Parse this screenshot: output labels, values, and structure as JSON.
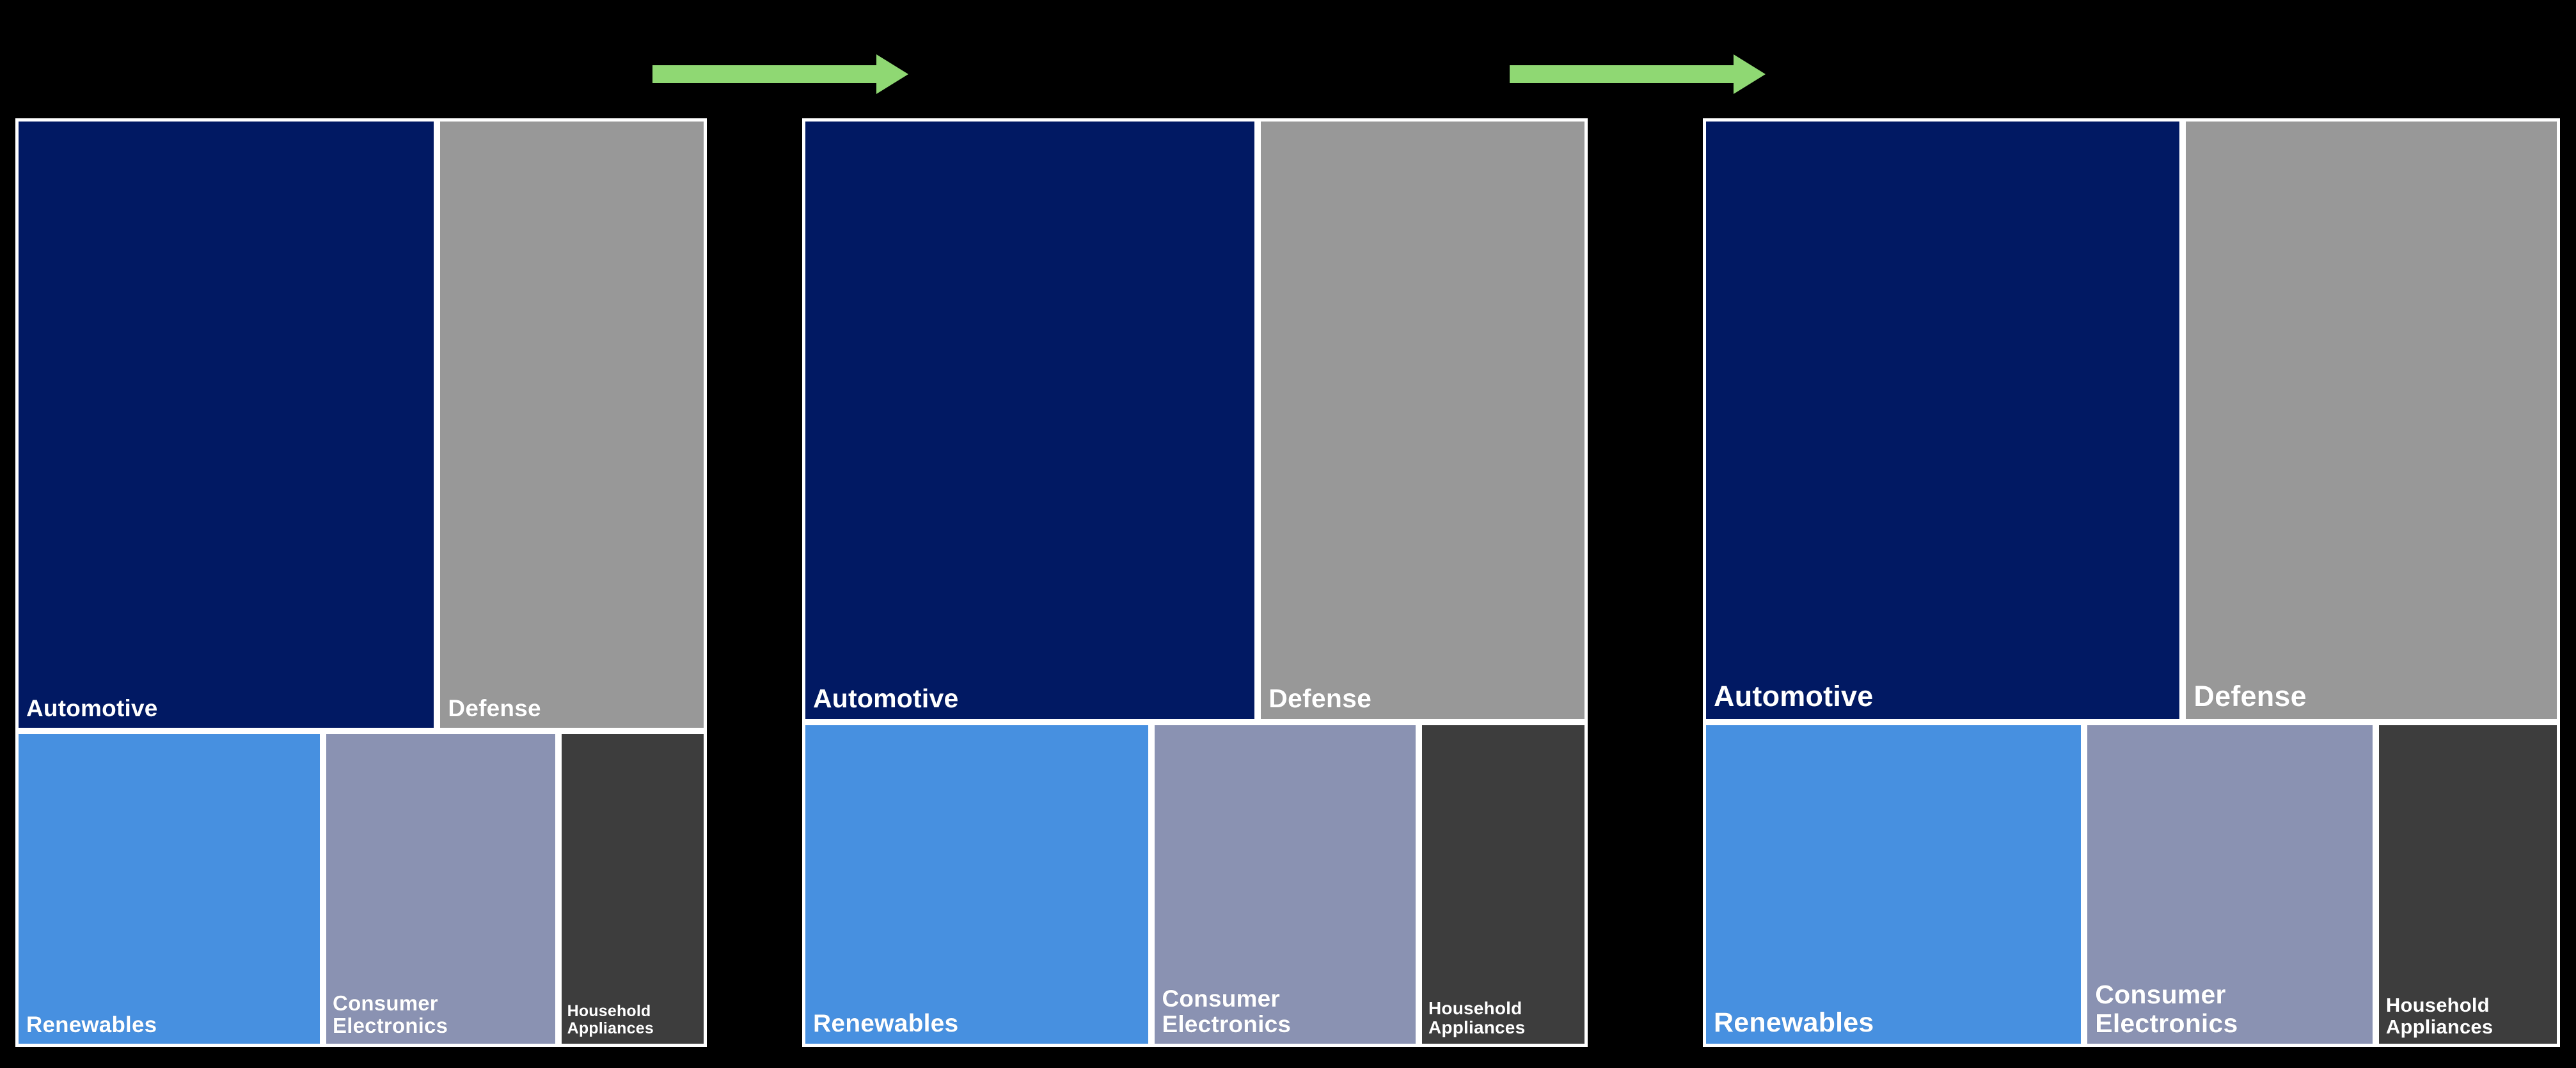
{
  "figure": {
    "background_color": "#000000",
    "panel_border_color": "#ffffff",
    "arrow_color": "#8fd873"
  },
  "category_colors": {
    "Automotive": "#011963",
    "Defense": "#989898",
    "Renewables": "#4790e0",
    "Consumer Electronics": "#8a92b2",
    "Household Appliances": "#3d3d3d"
  },
  "arrows": [
    {
      "name": "arrow-panel1-to-panel2",
      "direction": "right",
      "color": "#8fd873"
    },
    {
      "name": "arrow-panel2-to-panel3",
      "direction": "right",
      "color": "#8fd873"
    }
  ],
  "chart_data": {
    "type": "treemap",
    "title": "",
    "subtitle": "",
    "xlabel": "",
    "ylabel": "",
    "legend_position": "none",
    "grid": false,
    "labels_shown_inside_tiles": true,
    "panel_count": 3,
    "categories": [
      "Automotive",
      "Defense",
      "Renewables",
      "Consumer Electronics",
      "Household Appliances"
    ],
    "panels": [
      {
        "name": "treemap-panel-1",
        "scale": "small",
        "tiles": [
          {
            "label": "Automotive",
            "row": "top",
            "width_pct": 61.0,
            "height_pct": 66.0,
            "value": 40.3
          },
          {
            "label": "Defense",
            "row": "top",
            "width_pct": 39.0,
            "height_pct": 66.0,
            "value": 25.7
          },
          {
            "label": "Renewables",
            "row": "bottom",
            "width_pct": 44.5,
            "height_pct": 34.0,
            "value": 15.1
          },
          {
            "label": "Consumer Electronics",
            "row": "bottom",
            "width_pct": 34.0,
            "height_pct": 34.0,
            "value": 11.6
          },
          {
            "label": "Household Appliances",
            "row": "bottom",
            "width_pct": 21.5,
            "height_pct": 34.0,
            "value": 7.3
          }
        ]
      },
      {
        "name": "treemap-panel-2",
        "scale": "medium",
        "tiles": [
          {
            "label": "Automotive",
            "row": "top",
            "width_pct": 58.0,
            "height_pct": 65.0,
            "value": 37.7
          },
          {
            "label": "Defense",
            "row": "top",
            "width_pct": 42.0,
            "height_pct": 65.0,
            "value": 27.3
          },
          {
            "label": "Renewables",
            "row": "bottom",
            "width_pct": 44.5,
            "height_pct": 35.0,
            "value": 15.6
          },
          {
            "label": "Consumer Electronics",
            "row": "bottom",
            "width_pct": 34.0,
            "height_pct": 35.0,
            "value": 11.9
          },
          {
            "label": "Household Appliances",
            "row": "bottom",
            "width_pct": 21.5,
            "height_pct": 35.0,
            "value": 7.5
          }
        ]
      },
      {
        "name": "treemap-panel-3",
        "scale": "large",
        "tiles": [
          {
            "label": "Automotive",
            "row": "top",
            "width_pct": 56.0,
            "height_pct": 65.0,
            "value": 36.4
          },
          {
            "label": "Defense",
            "row": "top",
            "width_pct": 44.0,
            "height_pct": 65.0,
            "value": 28.6
          },
          {
            "label": "Renewables",
            "row": "bottom",
            "width_pct": 44.5,
            "height_pct": 35.0,
            "value": 15.6
          },
          {
            "label": "Consumer Electronics",
            "row": "bottom",
            "width_pct": 34.0,
            "height_pct": 35.0,
            "value": 11.9
          },
          {
            "label": "Household Appliances",
            "row": "bottom",
            "width_pct": 21.5,
            "height_pct": 35.0,
            "value": 7.5
          }
        ]
      }
    ]
  }
}
